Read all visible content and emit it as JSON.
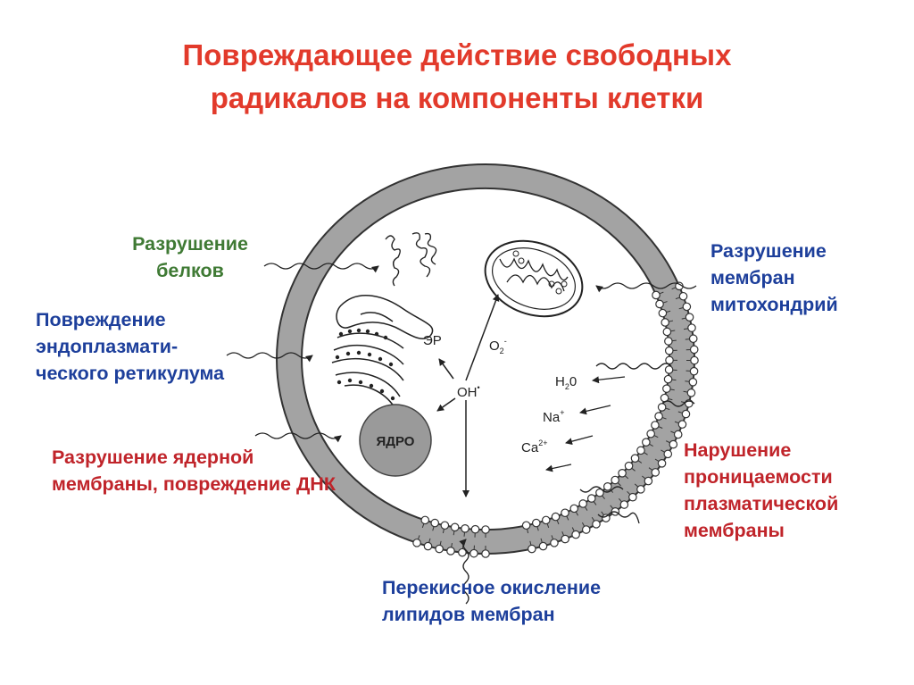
{
  "title": "Повреждающее действие свободных радикалов на компоненты клетки",
  "labels": {
    "protein": "Разрушение белков",
    "er": "Повреждение эндоплазмати-ческого ретикулума",
    "nucleus": "Разрушение ядерной мембраны, повреждение ДНК",
    "mito": "Разрушение мембран митохондрий",
    "plasma": "Нарушение проницаемости плазматической мембраны",
    "lipid": "Перекисное окисление липидов мембран"
  },
  "cell": {
    "nucleus": "ЯДРО",
    "er": "ЭР",
    "oh": "OH",
    "oh_sup": "•",
    "o2": "O",
    "o2_sub": "2",
    "o2_sup": "-",
    "h2o": "H",
    "h2o_sub": "2",
    "h2o_o": "0",
    "na": "Na",
    "na_sup": "+",
    "ca": "Ca",
    "ca_sup": "2+"
  },
  "colors": {
    "title": "#e23a2b",
    "green": "#3f7a34",
    "blue": "#1d3f9b",
    "red": "#c0242a",
    "membrane": "#a3a3a3",
    "nucleus": "#9a9a9a"
  }
}
